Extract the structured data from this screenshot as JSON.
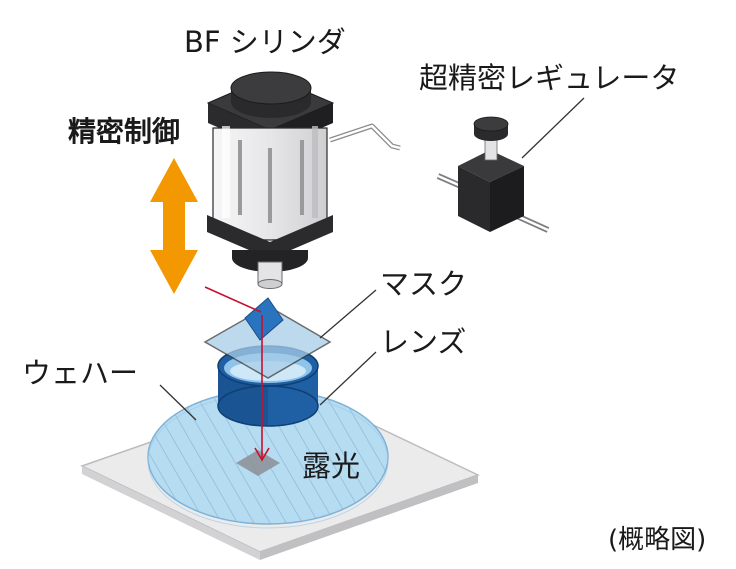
{
  "labels": {
    "bf_cylinder": "BF シリンダ",
    "regulator": "超精密レギュレータ",
    "precision_control": "精密制御",
    "mask": "マスク",
    "lens": "レンズ",
    "wafer": "ウェハー",
    "exposure": "露光",
    "note": "(概略図)"
  },
  "icons": {
    "arrow": "double-vertical-arrow",
    "cylinder": "air-cylinder",
    "regulator": "pressure-regulator"
  },
  "colors": {
    "arrow": "#f39800",
    "cylinder_body": "#2b2b2b",
    "cylinder_band": "#eeeeef",
    "lens_blue": "#1f5fa4",
    "lens_top": "#8fc3ea",
    "wafer": "#b6dcf1",
    "base": "#e9e9ea",
    "beam": "#c8102e",
    "mask": "#a8cde8",
    "mask_chip": "#2a73bf"
  }
}
